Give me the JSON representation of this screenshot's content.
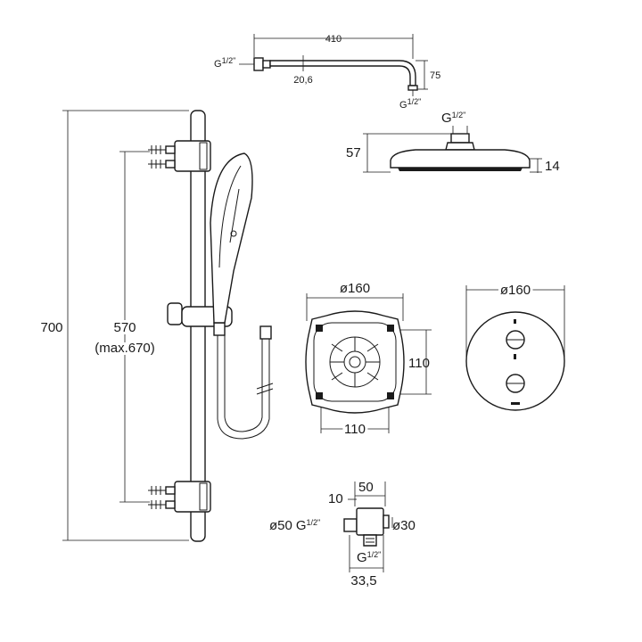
{
  "dimensions": {
    "arm_length": "410",
    "arm_thread": "G",
    "arm_thread_frac": "1/2\"",
    "arm_wall_dia": "20,6",
    "arm_drop": "75",
    "arm_outlet_thread": "G",
    "arm_outlet_frac": "1/2\"",
    "head_thread": "G",
    "head_thread_frac": "1/2\"",
    "head_height": "57",
    "head_thickness": "14",
    "rail_total": "700",
    "rail_bracket": "570",
    "rail_bracket_max": "(max.670)",
    "box_dia": "ø160",
    "box_height": "110",
    "box_width": "110",
    "plate_dia": "ø160",
    "elbow_width": "50",
    "elbow_offset": "10",
    "elbow_flange_dia": "ø50",
    "elbow_thread": "G",
    "elbow_thread_frac": "1/2\"",
    "elbow_body_dia": "ø30",
    "elbow_bottom_thread": "G",
    "elbow_bottom_frac": "1/2\"",
    "elbow_depth": "33,5"
  },
  "colors": {
    "line": "#1a1a1a",
    "background": "#ffffff"
  }
}
